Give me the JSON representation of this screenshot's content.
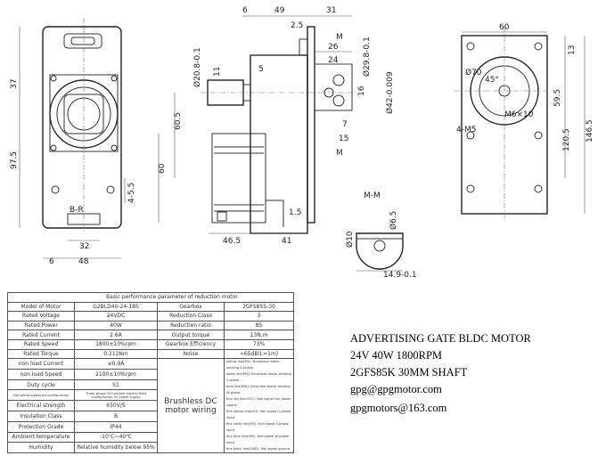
{
  "left_view": {
    "dims": [
      "37",
      "97.5",
      "4-5.5",
      "B-R",
      "32",
      "6",
      "48"
    ]
  },
  "side_view": {
    "dims": [
      "6",
      "49",
      "31",
      "2.5",
      "26",
      "M",
      "24",
      "Ø20.8-0.1",
      "11",
      "5",
      "Ø29.8-0.1",
      "Ø42-0.009",
      "16",
      "7",
      "15",
      "M",
      "60.5",
      "60",
      "1.5",
      "46.5",
      "41"
    ]
  },
  "section_view": {
    "title": "M-M",
    "dims": [
      "Ø6.5",
      "Ø10",
      "14.9-0.1"
    ]
  },
  "front_view": {
    "dims": [
      "60",
      "13",
      "Ø70",
      "45°",
      "59.5",
      "M6×10",
      "4-M5",
      "120.5",
      "146.5"
    ]
  },
  "table": {
    "title": "Basic performance parameter of reduction motor",
    "motor_rows": [
      [
        "Model of Motor",
        "G2BLD40-24-18S"
      ],
      [
        "Rated Voltage",
        "24VDC"
      ],
      [
        "Rated Power",
        "40W"
      ],
      [
        "Rated Current",
        "2.6A"
      ],
      [
        "Rated Speed",
        "1800±10%rpm"
      ],
      [
        "Rated Torque",
        "0.212Nm"
      ],
      [
        "non load Current",
        "≤0.9A"
      ],
      [
        "non load Speed",
        "2100±10%rpm"
      ],
      [
        "Duty cycle",
        "S1"
      ],
      [
        "Hall sensing position configuration",
        "Three-phase 120-degree electric field configuration 5V power supply"
      ],
      [
        "Electrical strength",
        "650V/S"
      ],
      [
        "Insulation Class",
        "B"
      ],
      [
        "Protection Grade",
        "IP44"
      ],
      [
        "Ambient temperature",
        "-10℃~40℃"
      ],
      [
        "Humidity",
        "Relative humidity below 95%"
      ]
    ],
    "gearbox_rows": [
      [
        "Gearbox",
        "2GFS85S-30"
      ],
      [
        "Reduction Class",
        "3"
      ],
      [
        "Reduction ratio",
        "85"
      ],
      [
        "Output torque",
        "13N.m"
      ],
      [
        "Gearbox Efficiency",
        "73%"
      ],
      [
        "Noise",
        "<65dB(L=1m)"
      ]
    ],
    "wiring_label": "Brushless DC motor wiring",
    "wiring_lines": [
      "yellow line(MU): Brushless motor winding U-phase",
      "white line(MV): Brushless motor winding V-phase",
      "blue line(MW): Brushless motor winding W-phase",
      "fine red line(VCC): Hall signal line power supply",
      "fine yellow line(HU): Hall signal U-phase input",
      "fine white line(HV): Hall signal V-phase input",
      "fine blue line(HW): Hall signal W-phase input",
      "fine black line(GND): Hall signal ground"
    ]
  },
  "info": {
    "title": "ADVERTISING GATE BLDC MOTOR",
    "spec": "24V 40W 1800RPM",
    "gearbox": "2GFS85K 30MM SHAFT",
    "email1": "gpg@gpgmotor.com",
    "email2": "gpgmotors@163.com"
  }
}
